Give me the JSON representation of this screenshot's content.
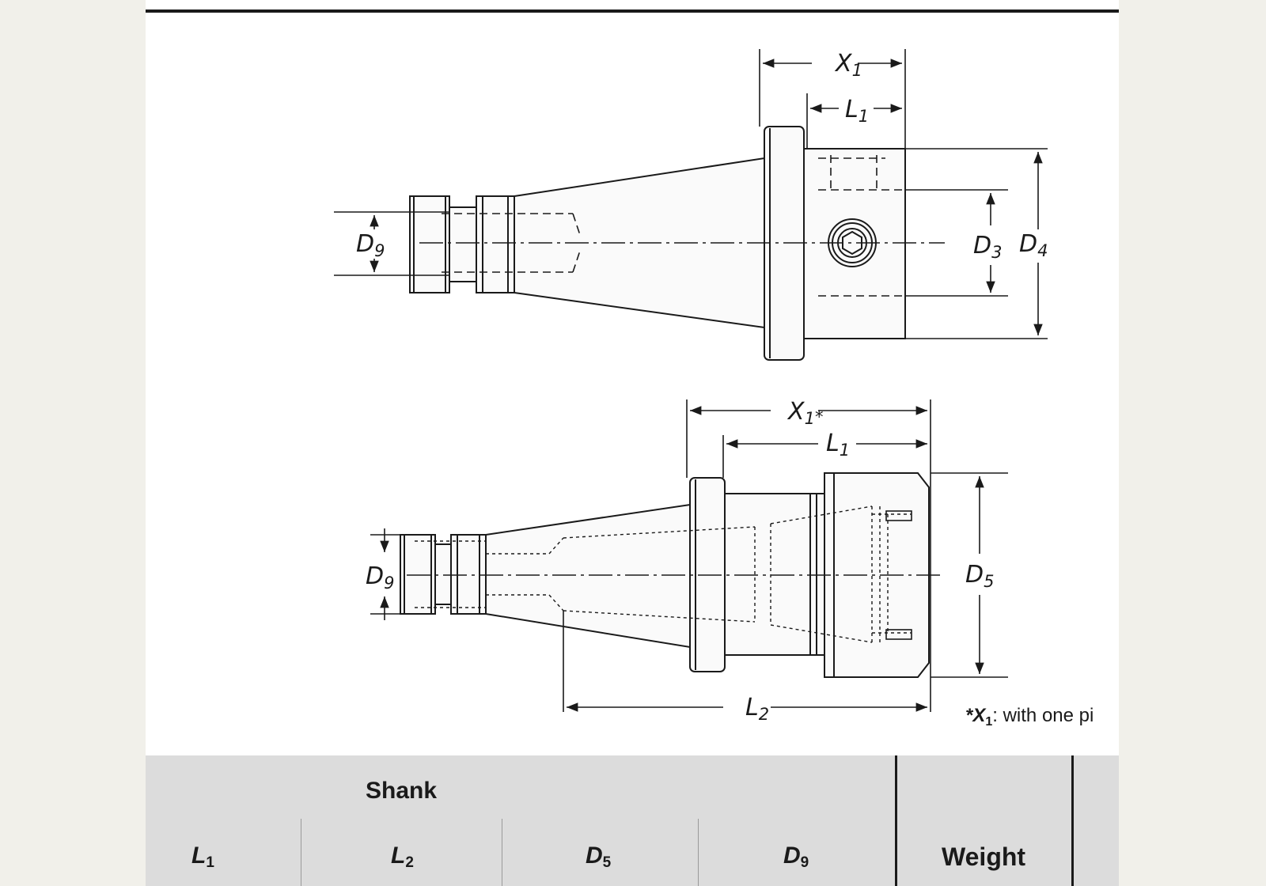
{
  "footnote": {
    "symbol": "*X",
    "symbol_sub": "1",
    "text": ": with one pi"
  },
  "diagram_labels": {
    "top_x1": {
      "main": "X",
      "sub": "1"
    },
    "top_l1": {
      "main": "L",
      "sub": "1"
    },
    "top_d9": {
      "main": "D",
      "sub": "9"
    },
    "top_d3": {
      "main": "D",
      "sub": "3"
    },
    "top_d4": {
      "main": "D",
      "sub": "4"
    },
    "bot_x1": {
      "main": "X",
      "sub": "1",
      "suffix": "*"
    },
    "bot_l1": {
      "main": "L",
      "sub": "1"
    },
    "bot_d9": {
      "main": "D",
      "sub": "9"
    },
    "bot_d5": {
      "main": "D",
      "sub": "5"
    },
    "bot_l2": {
      "main": "L",
      "sub": "2"
    }
  },
  "table": {
    "group_header": "Shank",
    "columns": [
      {
        "main": "L",
        "sub": "1"
      },
      {
        "main": "L",
        "sub": "2"
      },
      {
        "main": "D",
        "sub": "5"
      },
      {
        "main": "D",
        "sub": "9"
      }
    ],
    "weight_header": "Weight"
  },
  "colors": {
    "line": "#1a1a1a",
    "table_bg": "#dcdcdc",
    "page_bg": "#f1f0ea"
  }
}
